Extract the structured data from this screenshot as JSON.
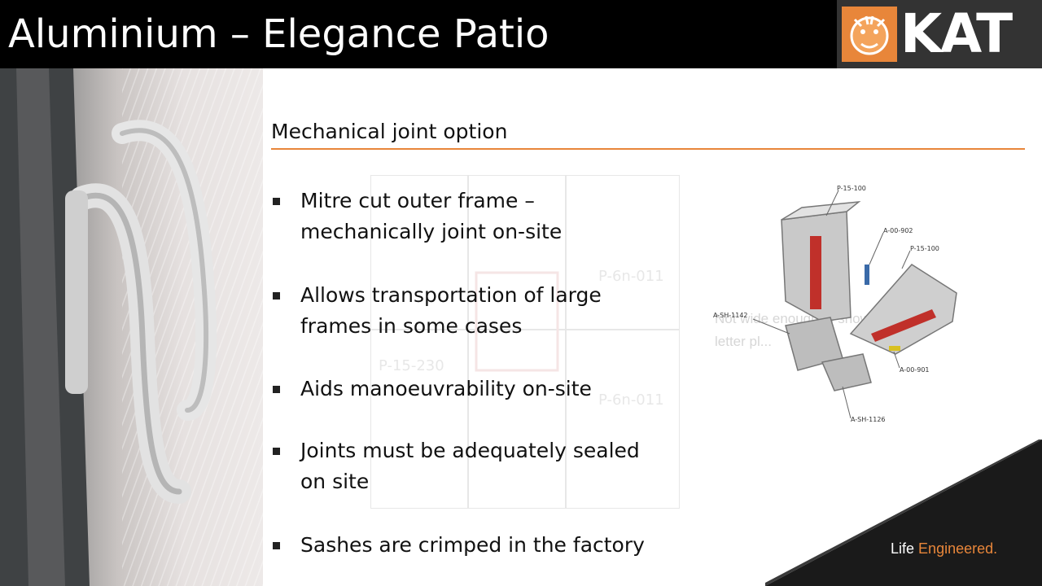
{
  "slide": {
    "title": "Aluminium – Elegance Patio",
    "logo_text": "KAT",
    "subtitle": "Mechanical joint option",
    "bullets": [
      "Mitre cut outer frame – mechanically joint on-site",
      "Allows transportation of large frames in some cases",
      "Aids manoeuvrability on-site",
      "Joints must be adequately sealed on site",
      "Sashes are crimped in the factory"
    ],
    "tagline_plain": "Life",
    "tagline_accent": "Engineered."
  },
  "diagram": {
    "labels": [
      "P-15-100",
      "A-00-902",
      "P-15-100",
      "A-SH-1142",
      "A-00-901",
      "A-SH-1126"
    ]
  },
  "faded_drawing": {
    "labels": [
      "P-6n-011",
      "P-15-230",
      "P-6n-011"
    ]
  },
  "ghost_text": [
    "Not wide enough to show",
    "letter pl..."
  ],
  "colors": {
    "accent": "#e8863a",
    "header_bg": "#000000",
    "text": "#111111"
  }
}
